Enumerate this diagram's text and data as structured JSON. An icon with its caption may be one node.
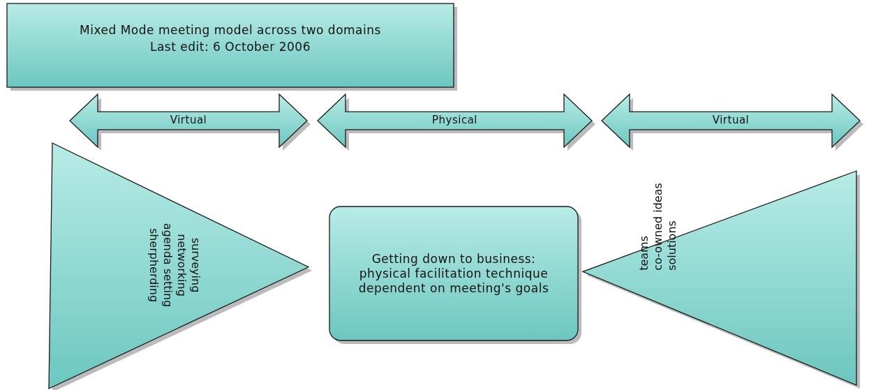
{
  "diagram": {
    "nodes": [
      {
        "text": [
          "Mixed Mode meeting model across two domains",
          "Last edit: 6 October 2006"
        ]
      },
      {
        "text": [
          "Virtual"
        ]
      },
      {
        "text": [
          "Physical"
        ]
      },
      {
        "text": [
          "Virtual"
        ]
      },
      {
        "text": [
          "surveying",
          "networking",
          "agenda setting",
          "sherpherding"
        ]
      },
      {
        "text": [
          "Getting down to business: physical facilitation technique dependent on meeting's goals"
        ]
      },
      {
        "text": [
          "teams",
          "co-owned ideas",
          "solutions"
        ]
      }
    ],
    "edges": []
  }
}
